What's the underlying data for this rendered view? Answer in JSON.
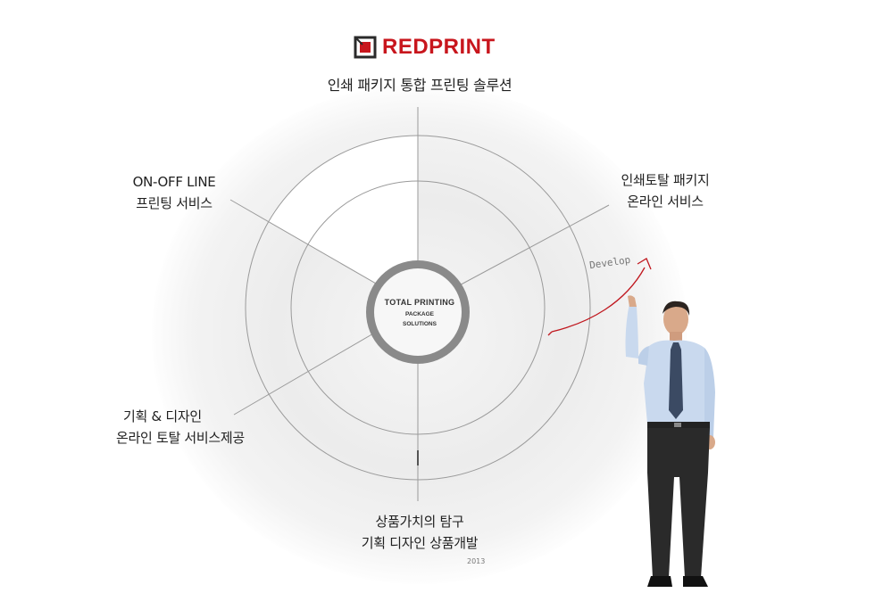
{
  "brand": {
    "name_red": "RED",
    "name_dark": "PRINT"
  },
  "subtitle": "인쇄 패키지 통합 프린팅 솔루션",
  "center": {
    "line1": "TOTAL PRINTING",
    "line2": "PACKAGE",
    "line3": "SOLUTIONS"
  },
  "labels": {
    "top_left": {
      "line1": "ON-OFF LINE",
      "line2": "프린팅 서비스"
    },
    "top_right": {
      "line1": "인쇄토탈 패키지",
      "line2": "온라인 서비스"
    },
    "bottom_left": {
      "line1": "기획 & 디자인",
      "line2": "온라인  토탈 서비스제공"
    },
    "bottom": {
      "line1": "상품가치의 탐구",
      "line2": "기획 디자인 상품개발"
    }
  },
  "year": "2013",
  "annotation": "Develop",
  "colors": {
    "brand_red": "#c8161d",
    "ring_gray": "#8a8a8a",
    "arrow_red": "#c0181f",
    "line_gray": "#9a9a9a"
  },
  "icons": {
    "brand": "redprint-logo-icon",
    "arrow": "curved-arrow-icon",
    "person": "businessman-pointing-icon"
  }
}
